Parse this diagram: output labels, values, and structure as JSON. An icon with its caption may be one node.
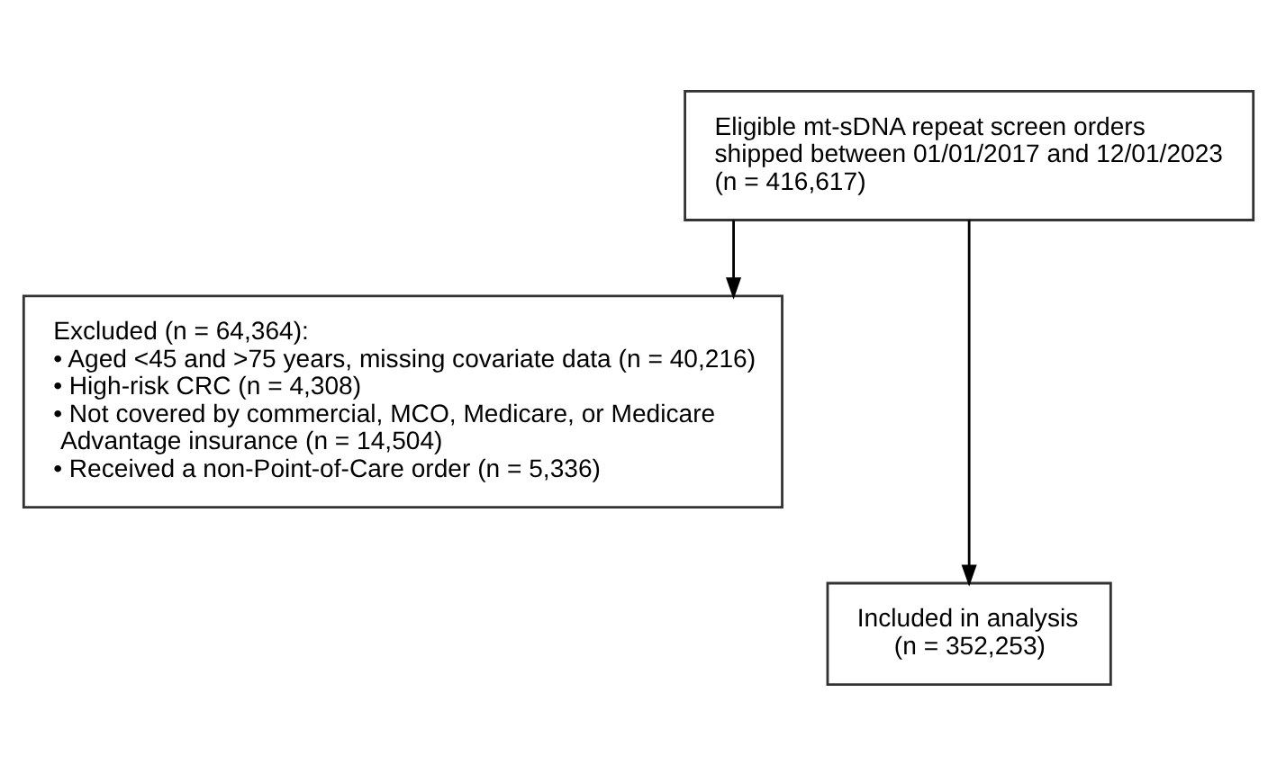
{
  "diagram": {
    "nodes": [
      {
        "text": [
          "Eligible mt-sDNA repeat screen orders shipped between 01/01/2017 and 12/01/2023",
          "(n = 416,617)"
        ]
      },
      {
        "text": [
          "Excluded (n = 64,364):",
          "• Aged <45 and >75 years, missing covariate data (n = 40,216)",
          "• High-risk CRC (n = 4,308)",
          "• Not covered by commercial, MCO, Medicare, or Medicare Advantage insurance (n = 14,504)",
          "• Received a non-Point-of-Care order (n = 5,336)"
        ]
      },
      {
        "text": [
          "Included in analysis",
          "(n = 352,253)"
        ]
      }
    ],
    "edges": [
      {
        "from": 0,
        "to": 2,
        "arrow": "to"
      },
      {
        "from": 0,
        "to": 1,
        "arrow": "to"
      }
    ]
  }
}
